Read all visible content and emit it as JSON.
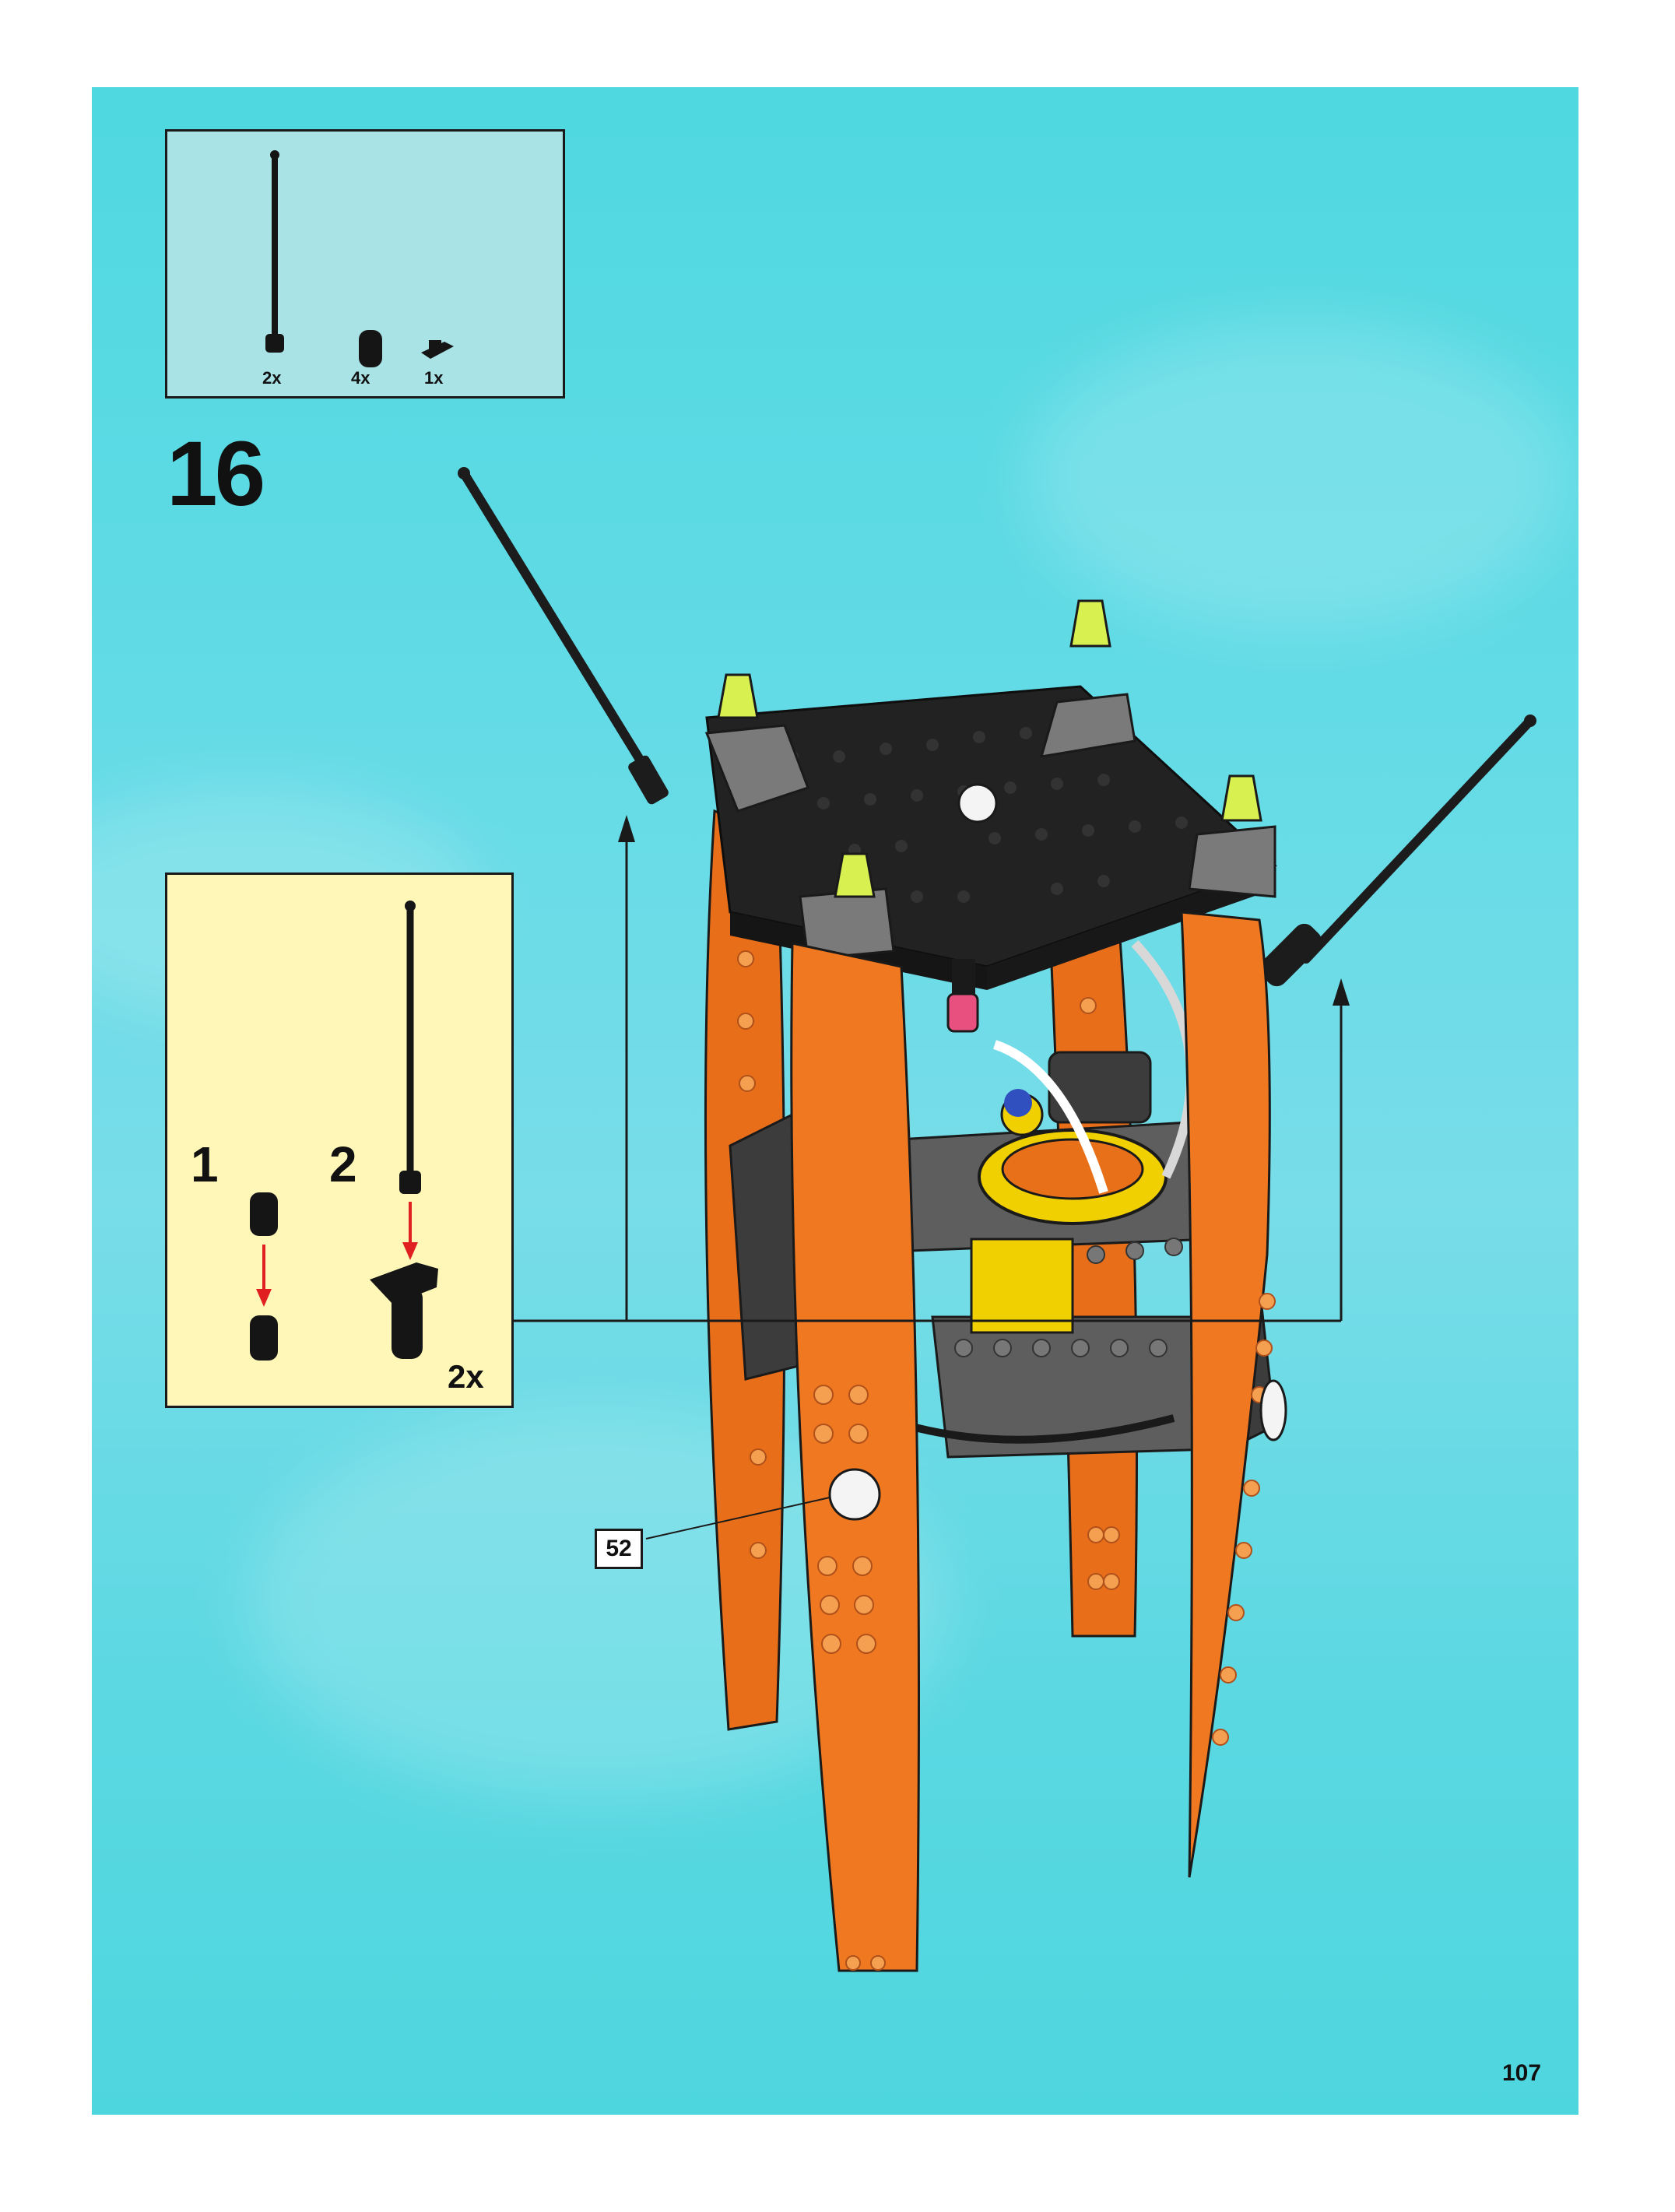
{
  "step": {
    "number": "16"
  },
  "parts_list": {
    "items": [
      {
        "name": "antenna",
        "quantity": "2x"
      },
      {
        "name": "round-brick",
        "quantity": "4x"
      },
      {
        "name": "clip-plate",
        "quantity": "1x"
      }
    ]
  },
  "sub_assembly": {
    "step_1_label": "1",
    "step_2_label": "2",
    "multiplier": "2x"
  },
  "sticker_callout": {
    "label": "52"
  },
  "page": {
    "number": "107"
  },
  "colors": {
    "sky": "#5ad8e2",
    "parts_box_bg": "#a9e3e6",
    "sub_box_bg": "#fef7b8",
    "model_orange": "#f07820",
    "model_black": "#222222",
    "model_gray": "#6b6b6b",
    "cone_yellow": "#d8f050",
    "arrow_red": "#e02020"
  }
}
